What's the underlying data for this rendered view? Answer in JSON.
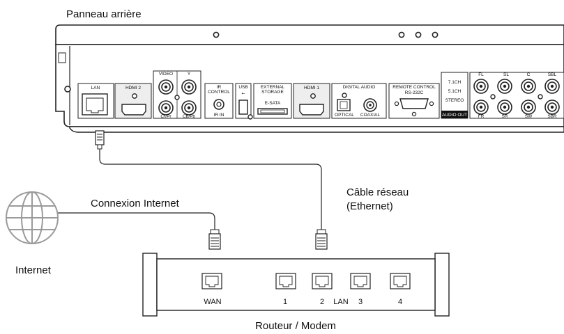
{
  "captions": {
    "rear_panel": "Panneau arrière",
    "internet_connection": "Connexion Internet",
    "network_cable_line1": "Câble réseau",
    "network_cable_line2": "(Ethernet)",
    "internet": "Internet",
    "router_modem": "Routeur / Modem"
  },
  "panel": {
    "lan": "LAN",
    "hdmi2": "HDMI  2",
    "video": "VIDEO",
    "y": "Y",
    "cr_pr": "Cr/Pr",
    "cb_pb": "Cb/Pb",
    "ir_control_1": "IR",
    "ir_control_2": "CONTROL",
    "ir_in": "IR IN",
    "usb": "USB",
    "usb_symbol": "⭠",
    "external_storage_1": "EXTERNAL",
    "external_storage_2": "STORAGE",
    "esata": "E-SATA",
    "hdmi1": "HDMI  1",
    "digital_audio": "DIGITAL AUDIO",
    "optical": "OPTICAL",
    "coaxial": "COAXIAL",
    "remote_control": "REMOTE CONTROL",
    "rs232c": "RS-232C",
    "ch71": "7.1CH",
    "ch51": "5.1CH",
    "stereo": "STEREO",
    "audio_out": "AUDIO OUT",
    "fl": "FL",
    "sl": "SL",
    "c": "C",
    "sbl": "SBL",
    "fr": "FR",
    "sr": "SR",
    "sw": "SW",
    "sbr": "SBR"
  },
  "router": {
    "wan": "WAN",
    "port1": "1",
    "port2": "2",
    "lan": "LAN",
    "port3": "3",
    "port4": "4"
  }
}
